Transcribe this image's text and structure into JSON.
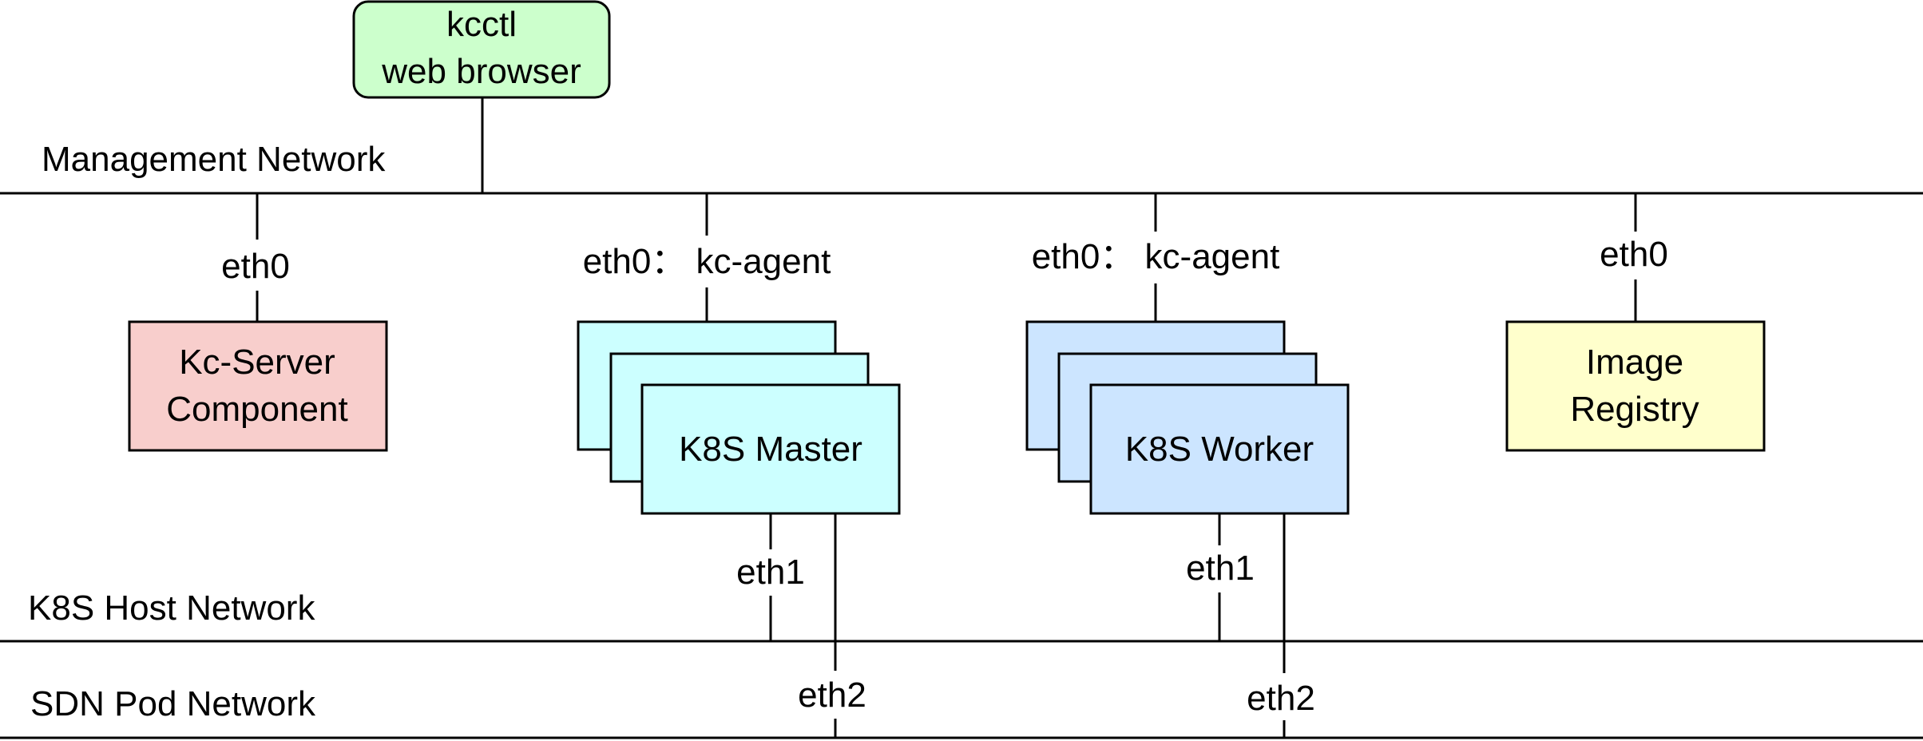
{
  "colors": {
    "client_fill": "#ccffcc",
    "server_fill": "#f8cecc",
    "master_fill": "#ccffff",
    "worker_fill": "#cce5ff",
    "registry_fill": "#ffffcc",
    "line": "#000000"
  },
  "client": {
    "line1": "kcctl",
    "line2": "web browser"
  },
  "networks": {
    "management": "Management Network",
    "host": "K8S Host Network",
    "sdn": "SDN Pod Network"
  },
  "nodes": {
    "server": {
      "line1": "Kc-Server",
      "line2": "Component",
      "iface": "eth0"
    },
    "master": {
      "label": "K8S Master",
      "iface_mgmt": "eth0： kc-agent",
      "iface_host": "eth1",
      "iface_sdn": "eth2"
    },
    "worker": {
      "label": "K8S Worker",
      "iface_mgmt": "eth0： kc-agent",
      "iface_host": "eth1",
      "iface_sdn": "eth2"
    },
    "registry": {
      "line1": "Image",
      "line2": "Registry",
      "iface": "eth0"
    }
  }
}
